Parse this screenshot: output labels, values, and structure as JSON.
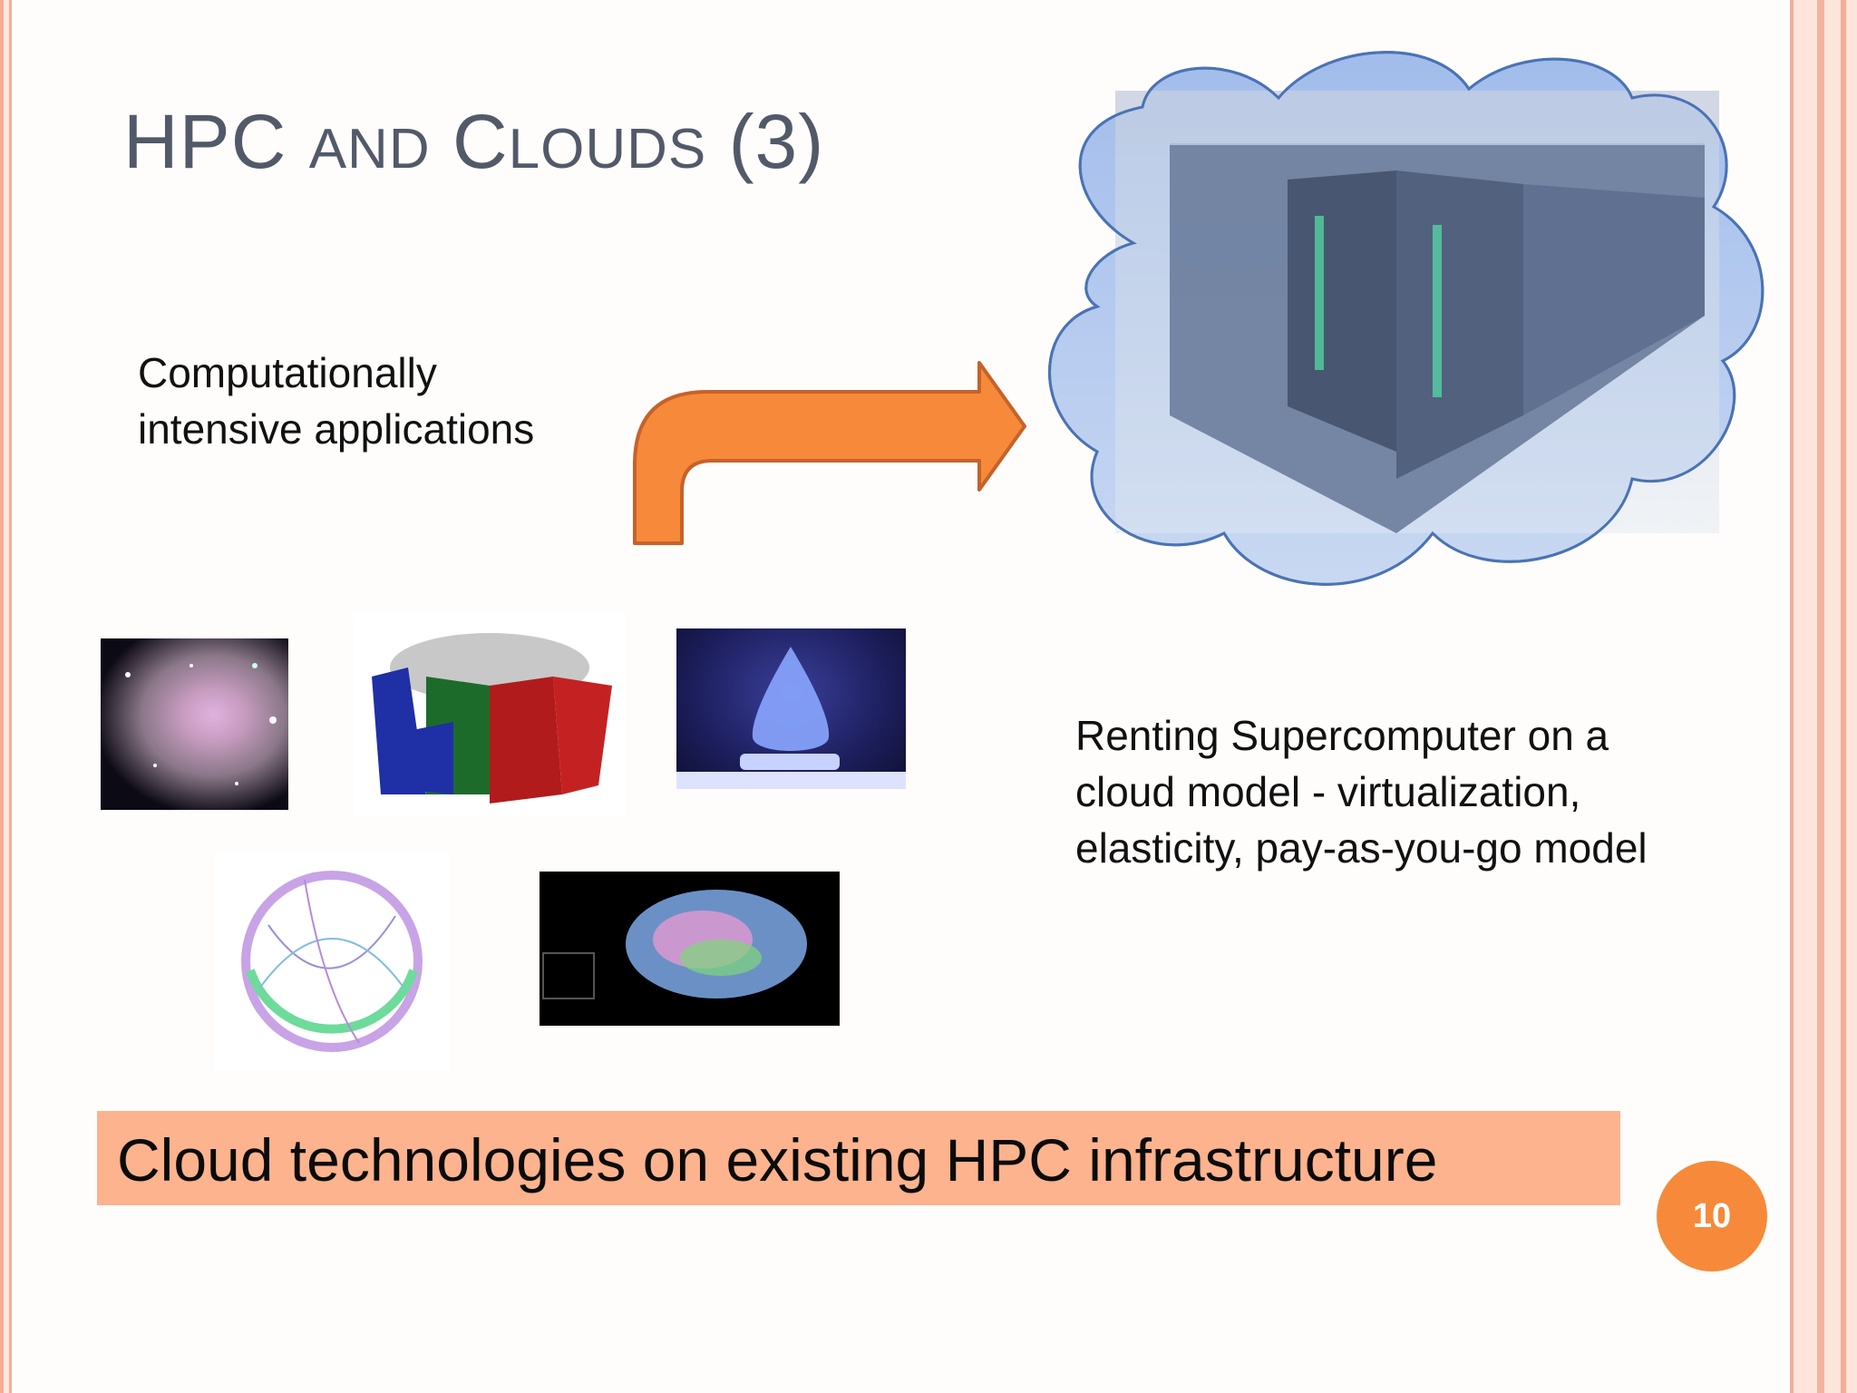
{
  "slide": {
    "title_main": "HPC",
    "title_and": "AND",
    "title_c": "C",
    "title_louds": "LOUDS",
    "title_num": "(3)",
    "left_text": "Computationally\nintensive applications",
    "right_text": "Renting Supercomputer on a\ncloud model - virtualization,\nelasticity, pay-as-you-go model",
    "banner_text": "Cloud technologies on existing HPC infrastructure",
    "page_number": "10"
  },
  "colors": {
    "title": "#525a69",
    "arrow_fill": "#f68a3a",
    "arrow_stroke": "#c6622a",
    "cloud_fill": "#8fb0e6",
    "cloud_stroke": "#4a73b5",
    "banner": "#fcb38e",
    "badge": "#f68a3a",
    "border": "#f4ad98"
  },
  "images": {
    "supercomputer": "supercomputer-room-photo",
    "galaxy": "galaxy-photo",
    "protein": "protein-structure-render",
    "neuron": "neuron-synapse-render",
    "graph": "circular-network-graph",
    "brain": "brain-tractography-render"
  }
}
